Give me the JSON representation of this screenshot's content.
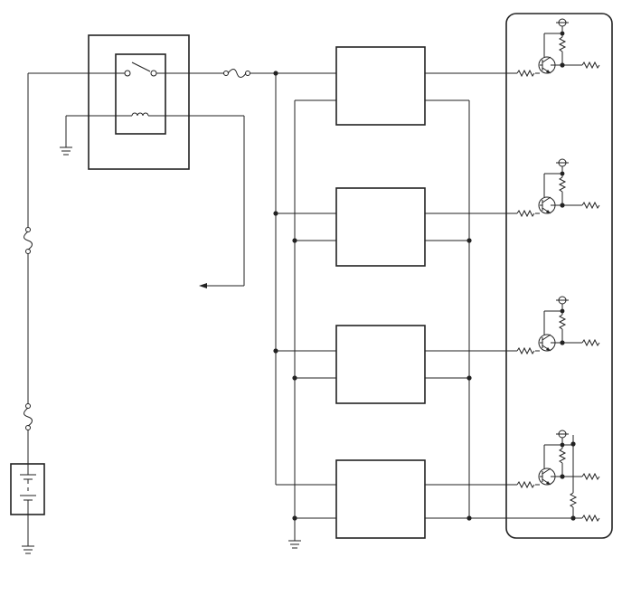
{
  "diagram": {
    "stroke_color": "#222222",
    "background": "#ffffff",
    "labels": [],
    "components": {
      "battery": "battery-symbol",
      "fuses": [
        "fuse-symbol",
        "fuse-symbol",
        "fuse-symbol"
      ],
      "relay": "relay-with-coil",
      "control_modules": 4,
      "output_transistor_stages": 4,
      "grounds": [
        "ground-symbol",
        "ground-symbol",
        "ground-symbol"
      ]
    }
  }
}
